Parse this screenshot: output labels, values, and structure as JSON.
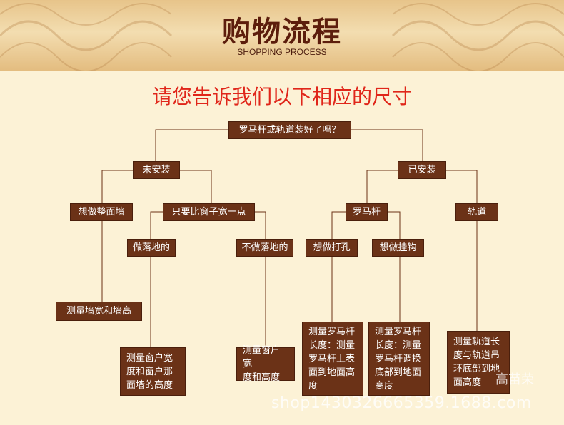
{
  "banner": {
    "title": "购物流程",
    "subtitle": "SHOPPING PROCESS"
  },
  "headline": "请您告诉我们以下相应的尺寸",
  "nodes": {
    "root": "罗马杆或轨道装好了吗？",
    "not_installed": "未安装",
    "installed": "已安装",
    "whole_wall": "想做整面墙",
    "wider_window": "只要比窗子宽一点",
    "roman_rod": "罗马杆",
    "track": "轨道",
    "floor_length": "做落地的",
    "not_floor": "不做落地的",
    "punch": "想做打孔",
    "hook": "想做挂钩",
    "measure_wall": "测量墙宽和墙高",
    "measure_window_wall": [
      "测量窗户宽",
      "度和窗户那",
      "面墙的高度"
    ],
    "measure_window": [
      "测量窗户宽",
      "度和高度"
    ],
    "measure_rod_top": [
      "测量罗马杆",
      "长度：测量",
      "罗马杆上表",
      "面到地面高",
      "度"
    ],
    "measure_rod_ring": [
      "测量罗马杆",
      "长度：测量",
      "罗马杆调换",
      "底部到地面",
      "高度"
    ],
    "measure_track": [
      "测量轨道长",
      "度与轨道吊",
      "环底部到地",
      "面高度"
    ]
  },
  "watermarks": {
    "name": "高苗荣",
    "url": "shop1430326665359.1688.com"
  },
  "colors": {
    "box": "#6b3217",
    "line": "#6b3217",
    "headline": "#e0261a",
    "background": "#fcf2d6"
  }
}
